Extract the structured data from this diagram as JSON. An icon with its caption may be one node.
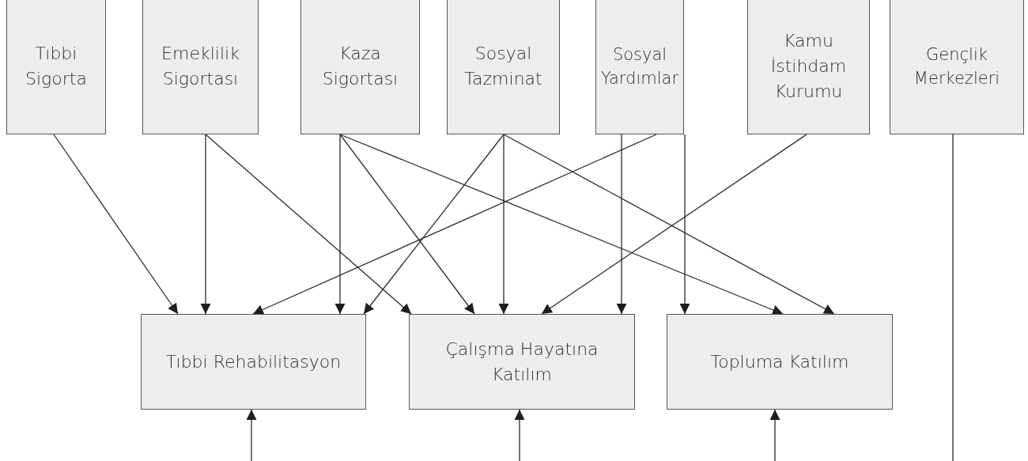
{
  "diagram": {
    "nodes": [
      {
        "text": [
          "Tıbbi Sigorta"
        ]
      },
      {
        "text": [
          "Emeklilik Sigortası"
        ]
      },
      {
        "text": [
          "Kaza Sigortası"
        ]
      },
      {
        "text": [
          "Sosyal Tazminat"
        ]
      },
      {
        "text": [
          "Sosyal Yardımlar"
        ]
      },
      {
        "text": [
          "Kamu İstihdam Kurumu"
        ]
      },
      {
        "text": [
          "Gençlik Merkezleri"
        ]
      },
      {
        "text": [
          "Tıbbi Rehabilitasyon"
        ]
      },
      {
        "text": [
          "Çalışma Hayatına Katılım"
        ]
      },
      {
        "text": [
          "Topluma Katılım"
        ]
      }
    ],
    "edges": [
      {
        "from": 0,
        "to": 7,
        "arrow": "to"
      },
      {
        "from": 1,
        "to": 7,
        "arrow": "to"
      },
      {
        "from": 1,
        "to": 8,
        "arrow": "to"
      },
      {
        "from": 2,
        "to": 7,
        "arrow": "to"
      },
      {
        "from": 2,
        "to": 8,
        "arrow": "to"
      },
      {
        "from": 2,
        "to": 9,
        "arrow": "to"
      },
      {
        "from": 3,
        "to": 7,
        "arrow": "to"
      },
      {
        "from": 3,
        "to": 8,
        "arrow": "to"
      },
      {
        "from": 3,
        "to": 9,
        "arrow": "to"
      },
      {
        "from": 4,
        "to": 7,
        "arrow": "to"
      },
      {
        "from": 4,
        "to": 8,
        "arrow": "to"
      },
      {
        "from": 4,
        "to": 9,
        "arrow": "to"
      },
      {
        "from": 5,
        "to": 8,
        "arrow": "to"
      },
      {
        "from": 6,
        "to": null,
        "arrow": "none"
      },
      {
        "from": null,
        "to": 7,
        "arrow": "to"
      },
      {
        "from": null,
        "to": 8,
        "arrow": "to"
      },
      {
        "from": null,
        "to": 9,
        "arrow": "to"
      }
    ]
  }
}
